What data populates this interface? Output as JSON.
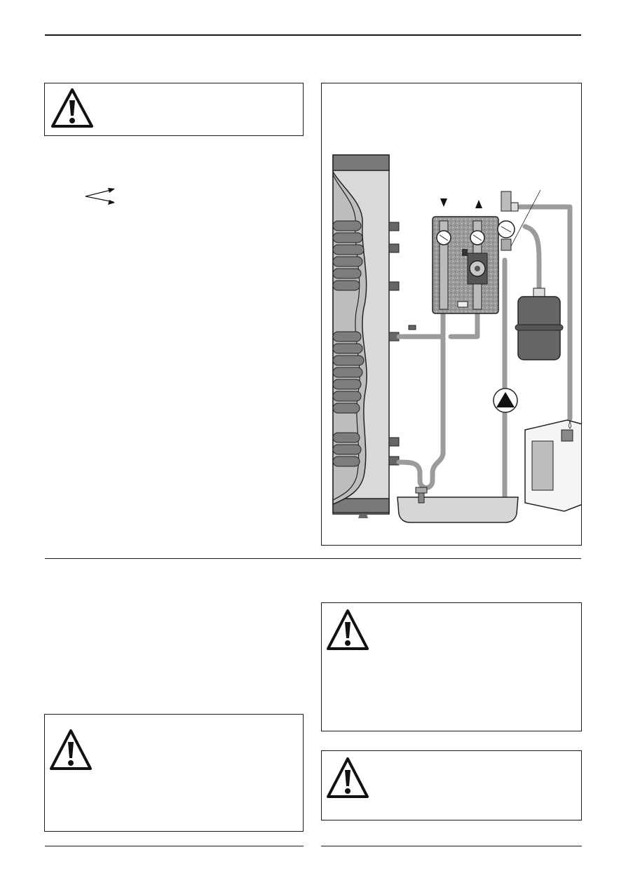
{
  "page": {
    "icons": [
      "warning-triangle-icon",
      "direction-arrows-icon",
      "flow-down-arrow-icon",
      "flow-up-arrow-icon",
      "solar-pump-station-diagram"
    ]
  },
  "warnings": [
    {
      "id": "warning-box-top-left"
    },
    {
      "id": "warning-box-bottom-left"
    },
    {
      "id": "warning-box-right-large"
    },
    {
      "id": "warning-box-right-small"
    }
  ],
  "figure": {
    "components": [
      "storage-tank",
      "pump-station",
      "pressure-gauge",
      "circulation-pump",
      "expansion-vessel",
      "safety-valve",
      "filling-pump",
      "collecting-tray",
      "fluid-canister"
    ]
  }
}
